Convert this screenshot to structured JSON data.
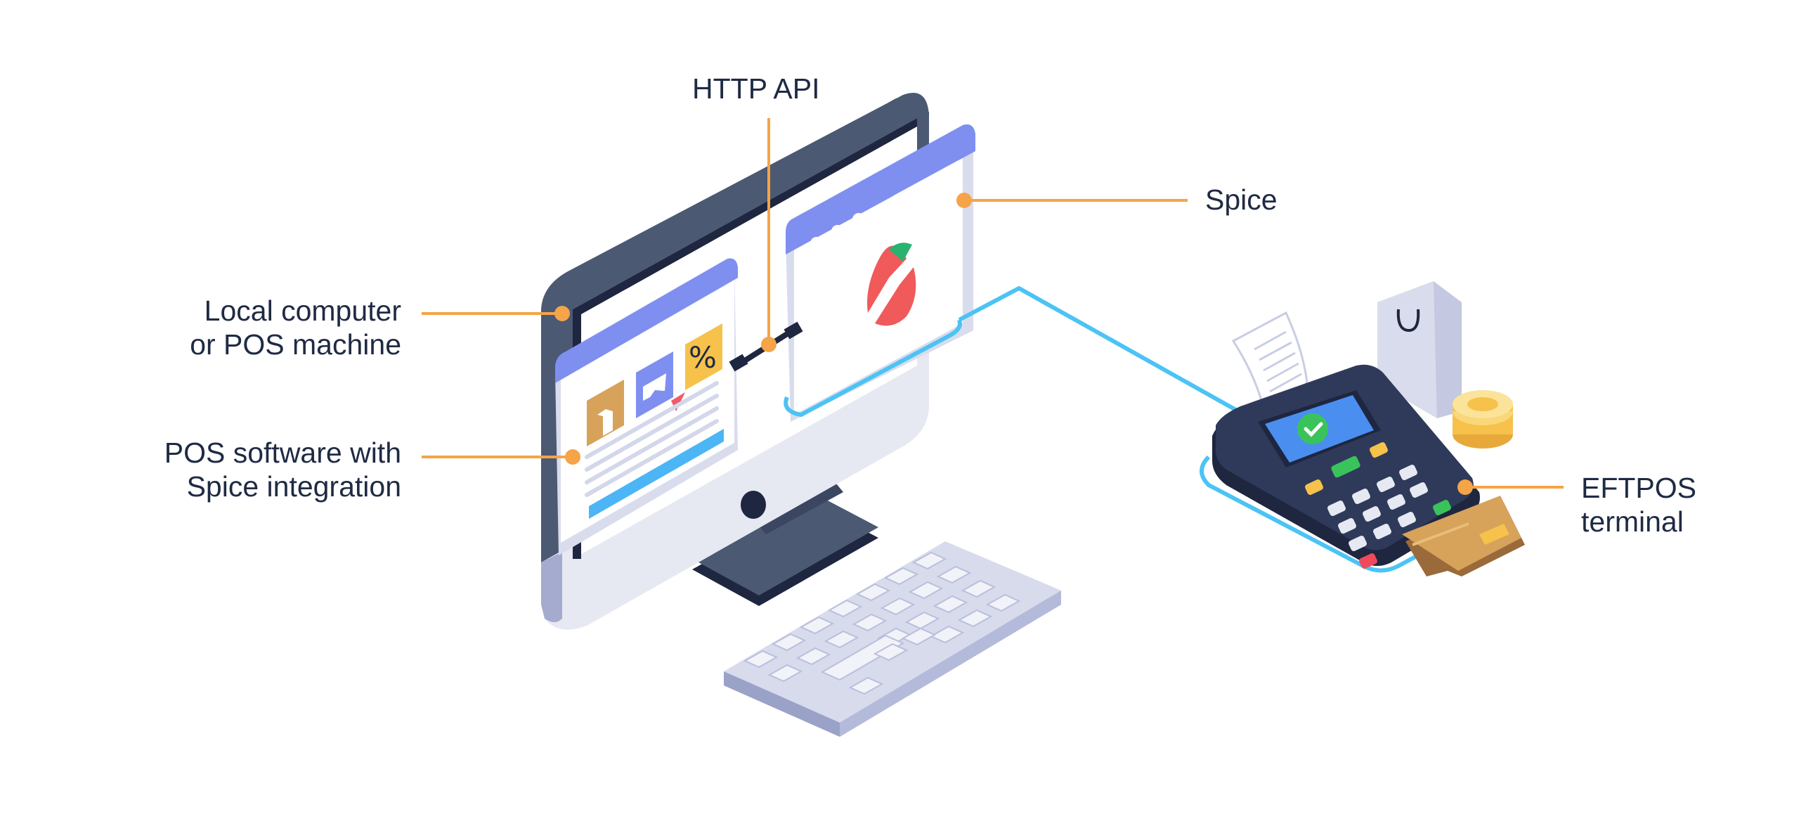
{
  "labels": {
    "http_api": "HTTP API",
    "spice": "Spice",
    "local_computer": [
      "Local computer",
      "or POS machine"
    ],
    "pos_software": [
      "POS software with",
      "Spice integration"
    ],
    "eftpos": [
      "EFTPOS",
      "terminal"
    ]
  },
  "screen_glyphs": {
    "percent": "%"
  },
  "colors": {
    "callout": "#f5a447",
    "connector": "#4cc3f5",
    "monitor_dark": "#4b5973",
    "monitor_light": "#e6e9f2",
    "window_header": "#7f8ff0",
    "text": "#1f2a44"
  }
}
